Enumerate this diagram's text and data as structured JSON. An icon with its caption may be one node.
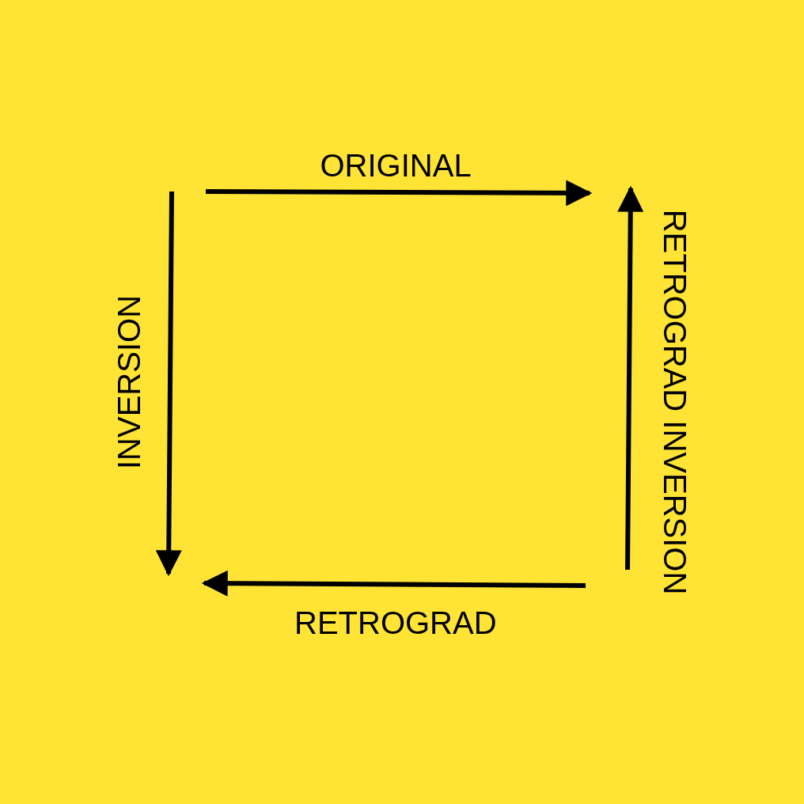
{
  "diagram": {
    "labels": [
      "ORIGINAL",
      "RETROGRAD INVERSION",
      "RETROGRAD",
      "INVERSION"
    ]
  }
}
